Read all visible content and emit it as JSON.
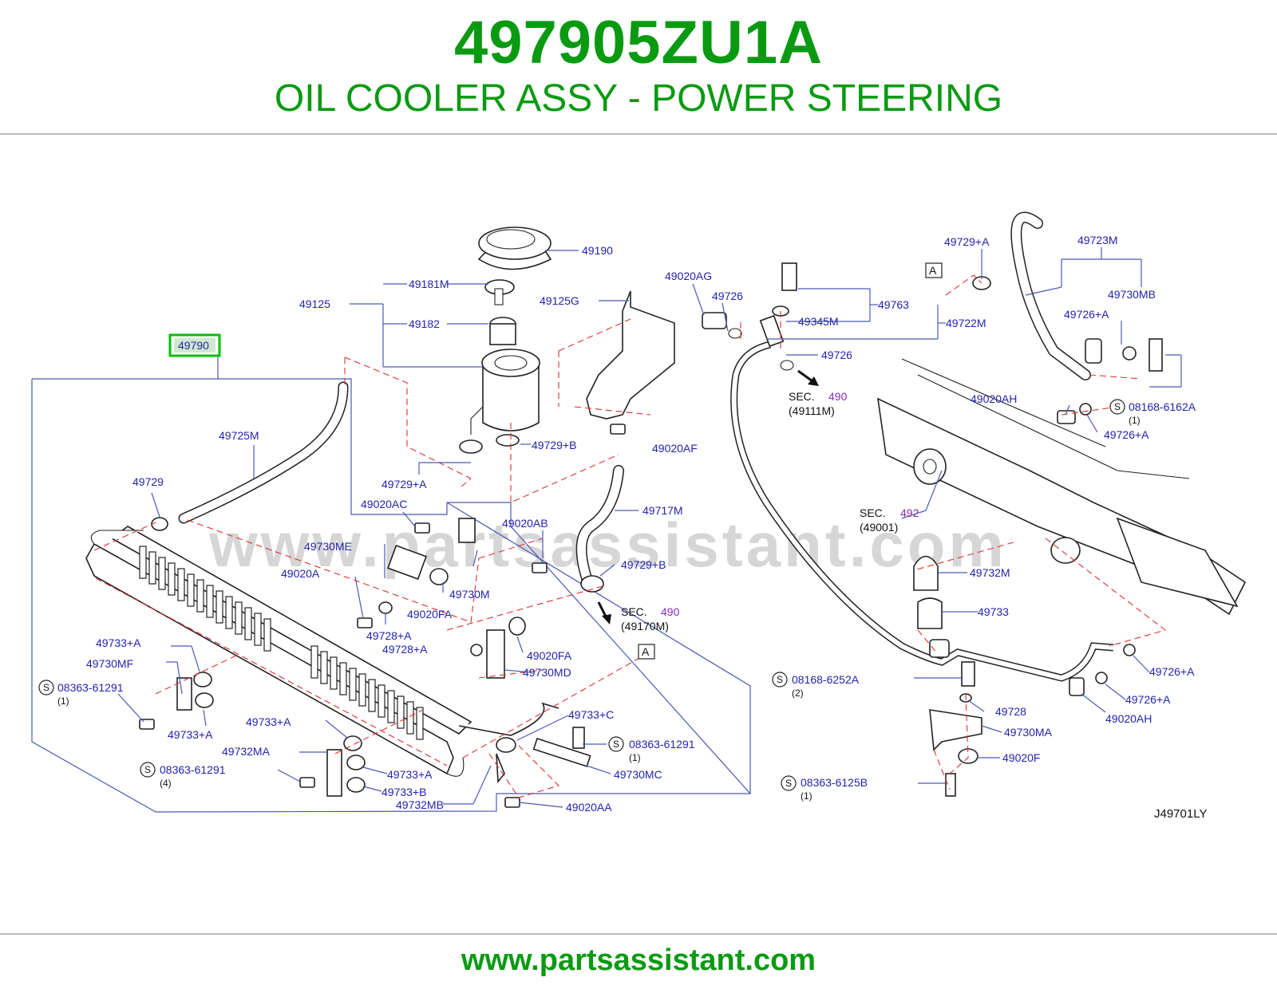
{
  "header": {
    "part_number": "497905ZU1A",
    "part_name": "OIL COOLER ASSY - POWER STEERING"
  },
  "footer": {
    "url": "www.partsassistant.com"
  },
  "diagram": {
    "watermark": "www.partsassistant.com",
    "highlight_color": "#00c000",
    "accent_color": "#0a9a12",
    "label_color": "#2323b0",
    "ref_color": "#8a2bb0",
    "code": "J49701LY",
    "highlighted_part": "49790",
    "section_marker": "A",
    "s_marker": "S",
    "labels": {
      "p49190": "49190",
      "p49181M": "49181M",
      "p49125": "49125",
      "p49182": "49182",
      "p49125G": "49125G",
      "p49020AG": "49020AG",
      "p49726_top": "49726",
      "p49763": "49763",
      "p49345M": "49345M",
      "p49722M": "49722M",
      "p49726_mid": "49726",
      "p49729A_top": "49729+A",
      "p49723M": "49723M",
      "p49730MB": "49730MB",
      "p49726A_r1": "49726+A",
      "p49020AH_top": "49020AH",
      "p08168_6162A": "08168-6162A",
      "q1_a": "(1)",
      "p49726A_r2": "49726+A",
      "p49725M": "49725M",
      "p49729B_top": "49729+B",
      "p49020AF": "49020AF",
      "p49729": "49729",
      "p49729A_mid": "49729+A",
      "p49020AC": "49020AC",
      "p49020AB": "49020AB",
      "p49717M": "49717M",
      "p49730ME": "49730ME",
      "p49020A": "49020A",
      "p49730M": "49730M",
      "p49729B_mid": "49729+B",
      "p49020FA_a": "49020FA",
      "p49728A": "49728+A",
      "p49728A_2": "49728+A",
      "p49733A_1": "49733+A",
      "p49730MF": "49730MF",
      "p08363_61291_a": "08363-61291",
      "q1_b": "(1)",
      "p49733A_2": "49733+A",
      "p49020FA_b": "49020FA",
      "p49730MD": "49730MD",
      "p49733A_3": "49733+A",
      "p49732MA": "49732MA",
      "p08363_61291_b": "08363-61291",
      "q4": "(4)",
      "p49733A_4": "49733+A",
      "p49733B": "49733+B",
      "p49732MB": "49732MB",
      "p49733C": "49733+C",
      "p08363_61291_c": "08363-61291",
      "q1_c": "(1)",
      "p49730MC": "49730MC",
      "p49020AA": "49020AA",
      "p49732M": "49732M",
      "p49733": "49733",
      "p08168_6252A": "08168-6252A",
      "q2": "(2)",
      "p49728": "49728",
      "p49730MA": "49730MA",
      "p49020F": "49020F",
      "p08363_6125B": "08363-6125B",
      "q1_d": "(1)",
      "p49726A_r3": "49726+A",
      "p49726A_r4": "49726+A",
      "p49020AH_bot": "49020AH",
      "sec_label": "SEC.",
      "sec490_a_num": "490",
      "sec490_a_ref": "(49111M)",
      "sec490_b_num": "490",
      "sec490_b_ref": "(49170M)",
      "sec492_num": "492",
      "sec492_ref": "(49001)"
    }
  }
}
